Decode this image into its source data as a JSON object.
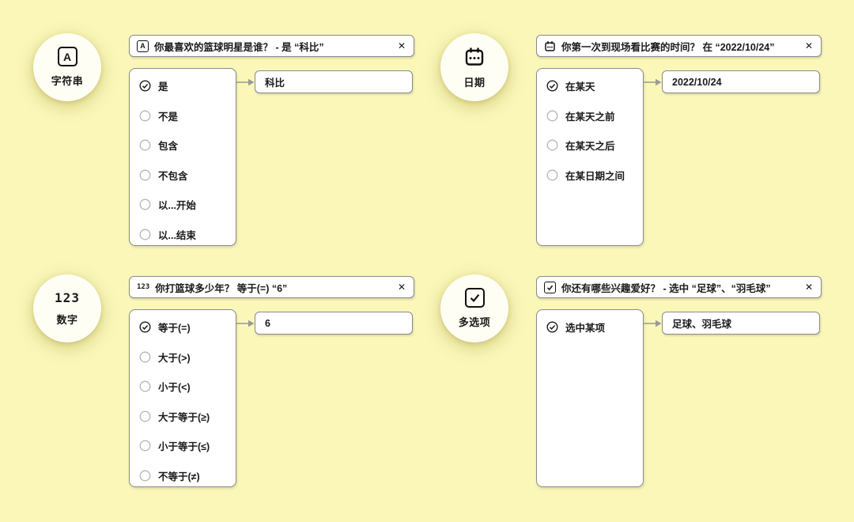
{
  "ui": {
    "background": "#FAF7B9",
    "panel_border": "#8a8a8a",
    "text_color": "#1a1a1a",
    "arrow_color": "#999999",
    "close_glyph": "✕"
  },
  "groups": [
    {
      "id": "string",
      "badge": {
        "icon": "letter-a-box-icon",
        "icon_text": "A",
        "label": "字符串"
      },
      "question": {
        "icon": "letter-a-box-icon",
        "icon_text": "A",
        "text": "你最喜欢的篮球明星是谁？ - 是 “科比”"
      },
      "options": [
        {
          "label": "是",
          "selected": true
        },
        {
          "label": "不是",
          "selected": false
        },
        {
          "label": "包含",
          "selected": false
        },
        {
          "label": "不包含",
          "selected": false
        },
        {
          "label": "以...开始",
          "selected": false
        },
        {
          "label": "以...结束",
          "selected": false
        }
      ],
      "value": "科比"
    },
    {
      "id": "date",
      "badge": {
        "icon": "calendar-icon",
        "label": "日期"
      },
      "question": {
        "icon": "calendar-icon",
        "text": "你第一次到现场看比赛的时间？ 在 “2022/10/24”"
      },
      "options": [
        {
          "label": "在某天",
          "selected": true
        },
        {
          "label": "在某天之前",
          "selected": false
        },
        {
          "label": "在某天之后",
          "selected": false
        },
        {
          "label": "在某日期之间",
          "selected": false
        }
      ],
      "value": "2022/10/24"
    },
    {
      "id": "number",
      "badge": {
        "icon": "numbers-123-icon",
        "icon_text": "123",
        "label": "数字"
      },
      "question": {
        "icon": "numbers-123-icon",
        "icon_text": "123",
        "text": "你打篮球多少年？ 等于(=) “6”"
      },
      "options": [
        {
          "label": "等于(=)",
          "selected": true
        },
        {
          "label": "大于(>)",
          "selected": false
        },
        {
          "label": "小于(<)",
          "selected": false
        },
        {
          "label": "大于等于(≥)",
          "selected": false
        },
        {
          "label": "小于等于(≤)",
          "selected": false
        },
        {
          "label": "不等于(≠)",
          "selected": false
        }
      ],
      "value": "6"
    },
    {
      "id": "multi-select",
      "badge": {
        "icon": "checkbox-checked-icon",
        "label": "多选项"
      },
      "question": {
        "icon": "checkbox-checked-icon",
        "text": "你还有哪些兴趣爱好？ - 选中 “足球”、“羽毛球”"
      },
      "options": [
        {
          "label": "选中某项",
          "selected": true
        }
      ],
      "value": "足球、羽毛球"
    }
  ]
}
